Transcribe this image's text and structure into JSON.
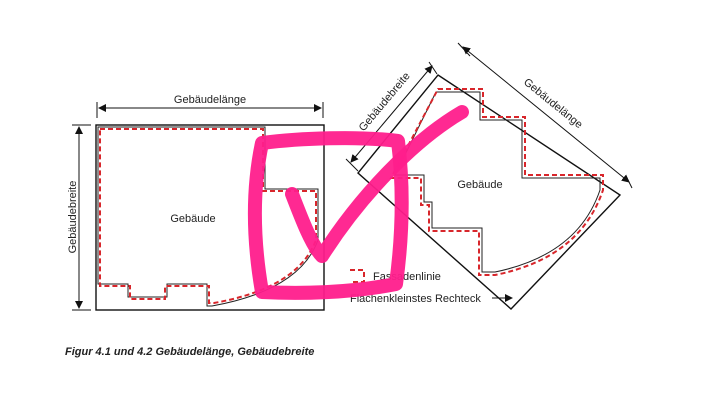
{
  "labels": {
    "left_length": "Gebäudelänge",
    "left_width": "Gebäudebreite",
    "left_building": "Gebäude",
    "right_width": "Gebäudebreite",
    "right_length": "Gebäudelänge",
    "right_building": "Gebäude",
    "legend_facade": "Fassadenlinie",
    "legend_rect": "Flächenkleinstes Rechteck"
  },
  "caption": "Figur 4.1 und 4.2 Gebäudelänge, Gebäudebreite",
  "colors": {
    "facade_line": "#d8262b",
    "annotation_mark": "#ff1e8c",
    "lines": "#111111"
  }
}
